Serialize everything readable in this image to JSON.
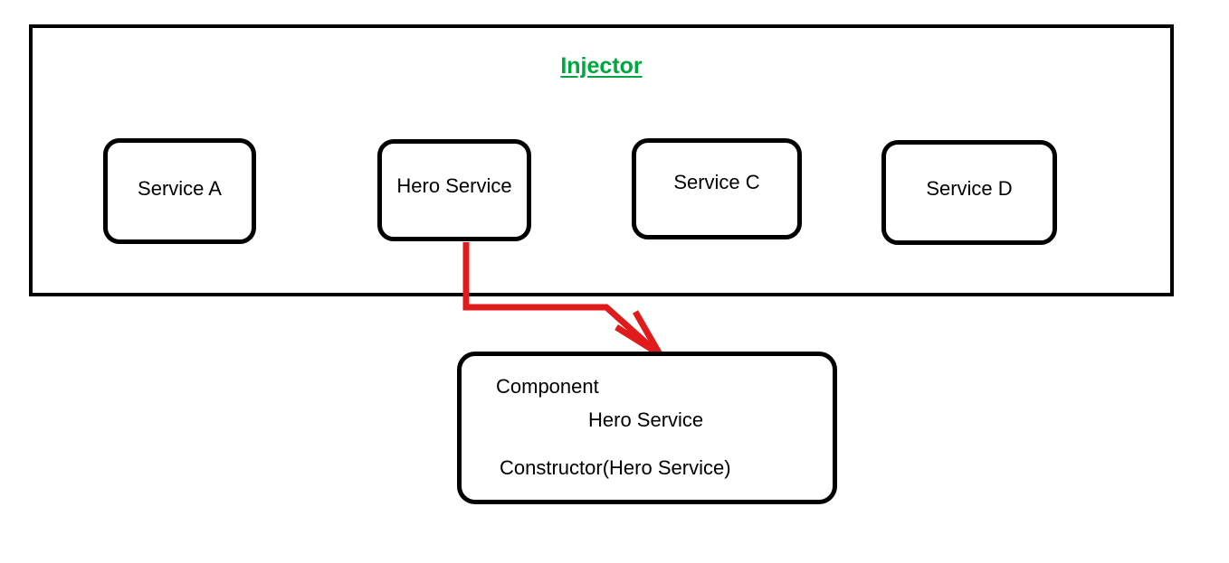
{
  "diagram": {
    "title": "Injector",
    "title_color": "#00a63f",
    "frame_color": "#000000",
    "arrow_color": "#e01b1b",
    "services": [
      {
        "label": "Service A"
      },
      {
        "label": "Hero Service"
      },
      {
        "label": "Service C"
      },
      {
        "label": "Service D"
      }
    ],
    "component": {
      "line1": "Component",
      "line2": "Hero Service",
      "line3": "Constructor(Hero Service)"
    },
    "connector": {
      "from": "Hero Service",
      "to": "Component",
      "label": ""
    }
  }
}
